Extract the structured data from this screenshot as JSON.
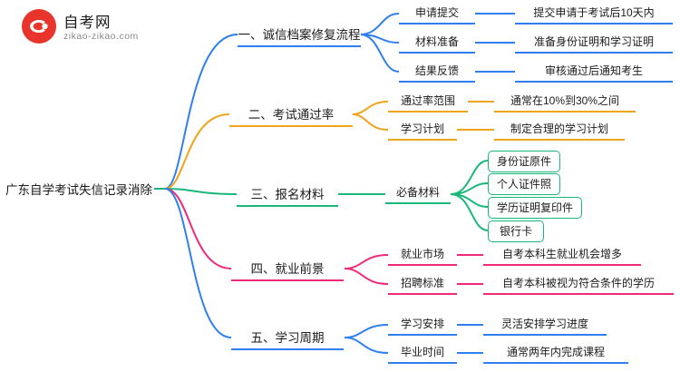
{
  "logo": {
    "name": "自考网",
    "url": "zikao-zikao.com",
    "mark_color": "#e8342a"
  },
  "mindmap": {
    "root": "广东自学考试失信记录消除",
    "branches": [
      {
        "label": "一、诚信档案修复流程",
        "color": "#2f7ff0",
        "children": [
          {
            "label": "申请提交",
            "detail": "提交申请于考试后10天内"
          },
          {
            "label": "材料准备",
            "detail": "准备身份证明和学习证明"
          },
          {
            "label": "结果反馈",
            "detail": "审核通过后通知考生"
          }
        ]
      },
      {
        "label": "二、考试通过率",
        "color": "#f0a419",
        "children": [
          {
            "label": "通过率范围",
            "detail": "通常在10%到30%之间"
          },
          {
            "label": "学习计划",
            "detail": "制定合理的学习计划"
          }
        ]
      },
      {
        "label": "三、报名材料",
        "color": "#19b77a",
        "children": [
          {
            "label": "必备材料",
            "items": [
              "身份证原件",
              "个人证件照",
              "学历证明复印件",
              "银行卡"
            ]
          }
        ]
      },
      {
        "label": "四、就业前景",
        "color": "#ef2a7b",
        "children": [
          {
            "label": "就业市场",
            "detail": "自考本科生就业机会增多"
          },
          {
            "label": "招聘标准",
            "detail": "自考本科被视为符合条件的学历"
          }
        ]
      },
      {
        "label": "五、学习周期",
        "color": "#2f7ff0",
        "children": [
          {
            "label": "学习安排",
            "detail": "灵活安排学习进度"
          },
          {
            "label": "毕业时间",
            "detail": "通常两年内完成课程"
          }
        ]
      }
    ]
  }
}
